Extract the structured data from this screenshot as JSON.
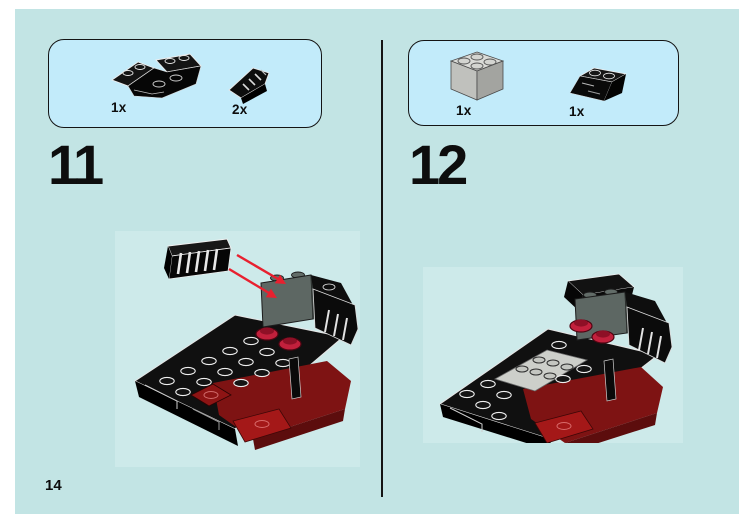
{
  "page": {
    "number": "14"
  },
  "colors": {
    "paper": "#ffffff",
    "page_background": "#c2e4e4",
    "callout_background": "#c2ebfa",
    "callout_border": "#141414",
    "divider": "#141414",
    "arrow_red": "#e8202f",
    "dark_red_part": "#7e1313",
    "bright_red_part": "#c2203c",
    "gray_panel": "#5d6763",
    "light_gray_brick": "#d4d5d1"
  },
  "steps": [
    {
      "number": "11",
      "parts": [
        {
          "name": "black-inverted-slope-4x2",
          "count": "1x"
        },
        {
          "name": "black-grille-slope-1x2",
          "count": "2x"
        }
      ]
    },
    {
      "number": "12",
      "parts": [
        {
          "name": "light-gray-brick-2x2",
          "count": "1x"
        },
        {
          "name": "black-slope-2x3",
          "count": "1x"
        }
      ]
    }
  ]
}
